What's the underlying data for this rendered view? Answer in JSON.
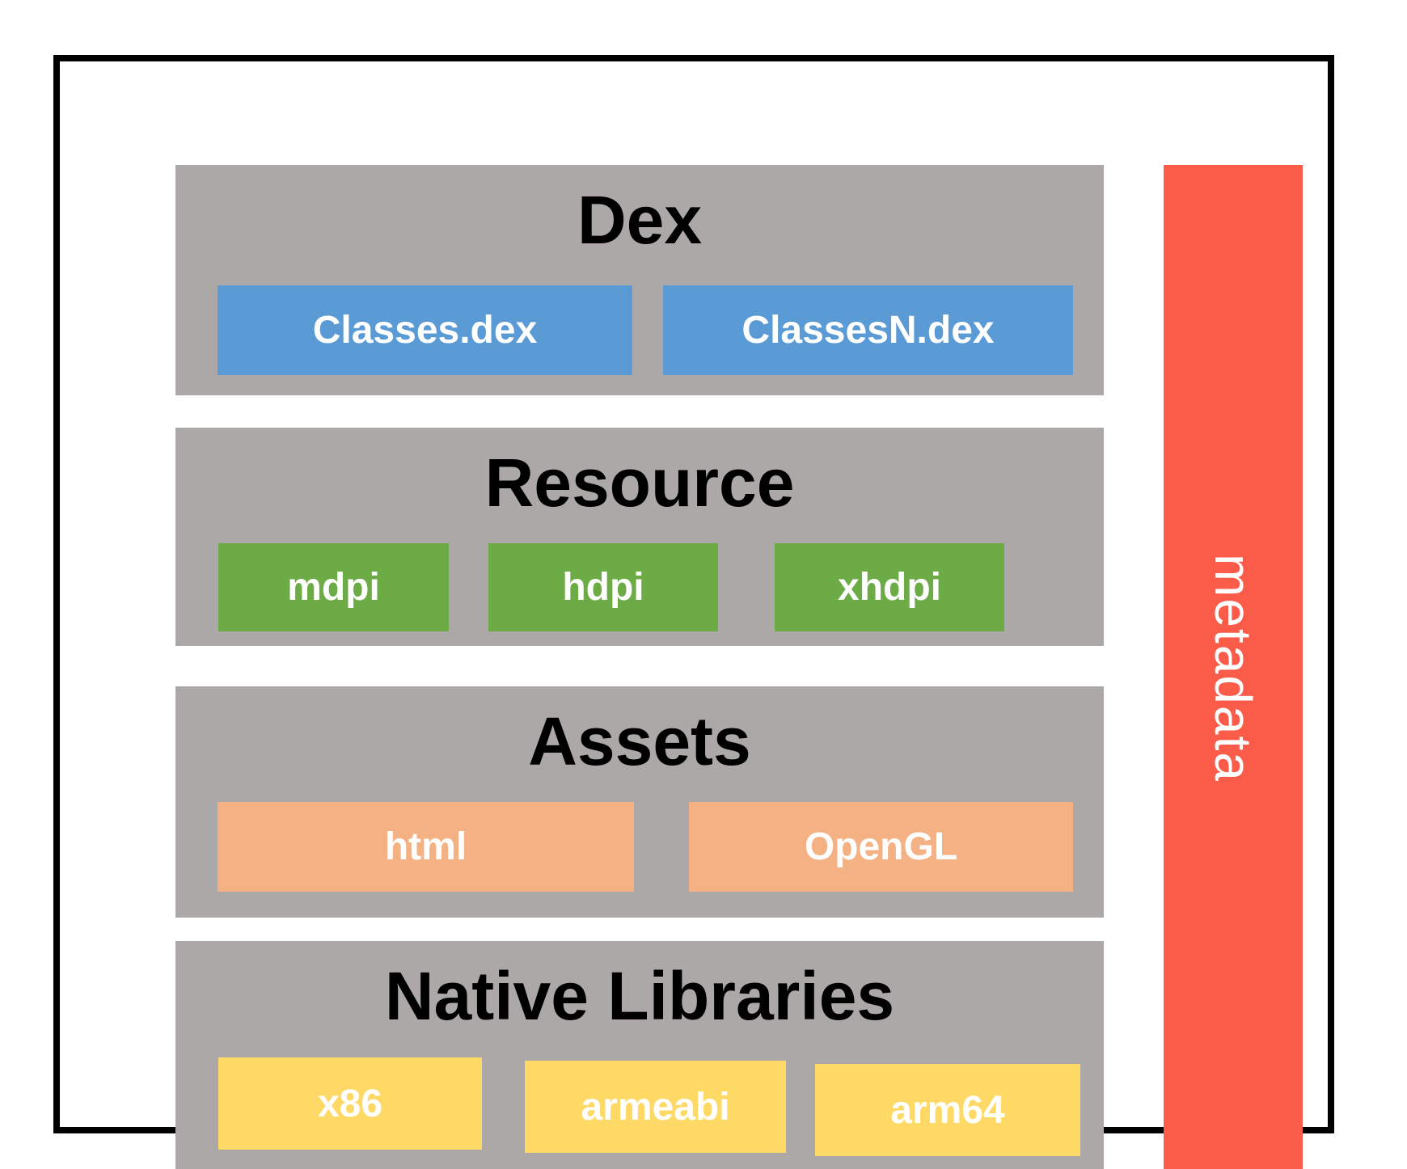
{
  "sections": [
    {
      "title": "Dex",
      "boxes": [
        {
          "label": "Classes.dex"
        },
        {
          "label": "ClassesN.dex"
        }
      ]
    },
    {
      "title": "Resource",
      "boxes": [
        {
          "label": "mdpi"
        },
        {
          "label": "hdpi"
        },
        {
          "label": "xhdpi"
        }
      ]
    },
    {
      "title": "Assets",
      "boxes": [
        {
          "label": "html"
        },
        {
          "label": "OpenGL"
        }
      ]
    },
    {
      "title": "Native Libraries",
      "boxes": [
        {
          "label": "x86"
        },
        {
          "label": "armeabi"
        },
        {
          "label": "arm64"
        }
      ]
    }
  ],
  "metadata": {
    "label": "metadata"
  },
  "colors": {
    "section_bg": "#ACA8A8",
    "dex_box": "#5B9BD5",
    "resource_box": "#6CAB46",
    "assets_box": "#F4B183",
    "native_box": "#FFD966",
    "metadata_bar": "#FB5B49",
    "title_text": "#000000",
    "box_label_text": "#FFFFFF",
    "frame_border": "#000000"
  }
}
